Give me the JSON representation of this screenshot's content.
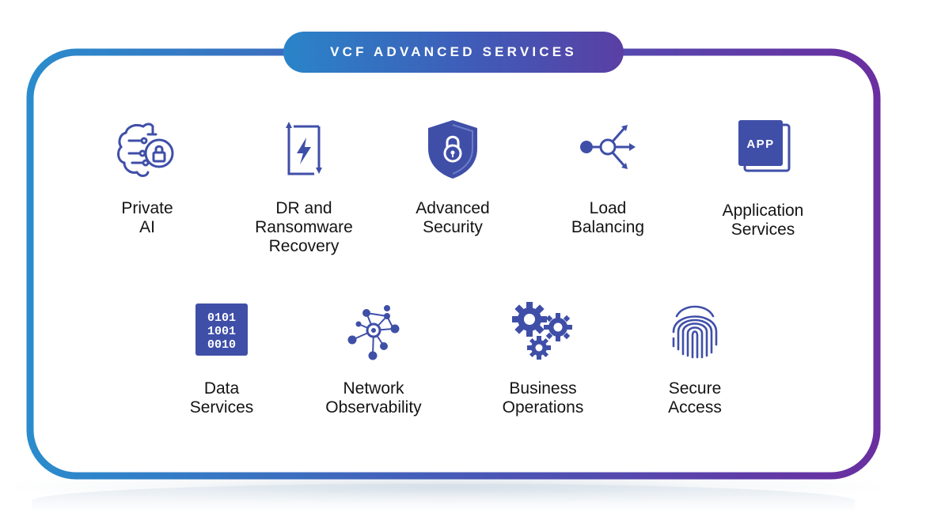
{
  "banner": {
    "title": "VCF ADVANCED SERVICES"
  },
  "colors": {
    "gradient_start": "#2a84c8",
    "gradient_mid": "#3f5cb8",
    "gradient_end": "#6a2fa0",
    "icon": "#3f4fa8"
  },
  "services_row1": [
    {
      "icon": "brain-lock-icon",
      "lines": [
        "Private",
        "AI"
      ]
    },
    {
      "icon": "recovery-bolt-icon",
      "lines": [
        "DR and",
        "Ransomware",
        "Recovery"
      ]
    },
    {
      "icon": "shield-lock-icon",
      "lines": [
        "Advanced",
        "Security"
      ]
    },
    {
      "icon": "load-balancer-icon",
      "lines": [
        "Load",
        "Balancing"
      ]
    },
    {
      "icon": "app-window-icon",
      "lines": [
        "Application",
        "Services"
      ]
    }
  ],
  "services_row2": [
    {
      "icon": "binary-data-icon",
      "lines": [
        "Data",
        "Services"
      ]
    },
    {
      "icon": "network-graph-icon",
      "lines": [
        "Network",
        "Observability"
      ]
    },
    {
      "icon": "gears-icon",
      "lines": [
        "Business",
        "Operations"
      ]
    },
    {
      "icon": "fingerprint-icon",
      "lines": [
        "Secure",
        "Access"
      ]
    }
  ],
  "icon_text": {
    "app": "APP",
    "binary": [
      "0101",
      "1001",
      "0010"
    ]
  }
}
